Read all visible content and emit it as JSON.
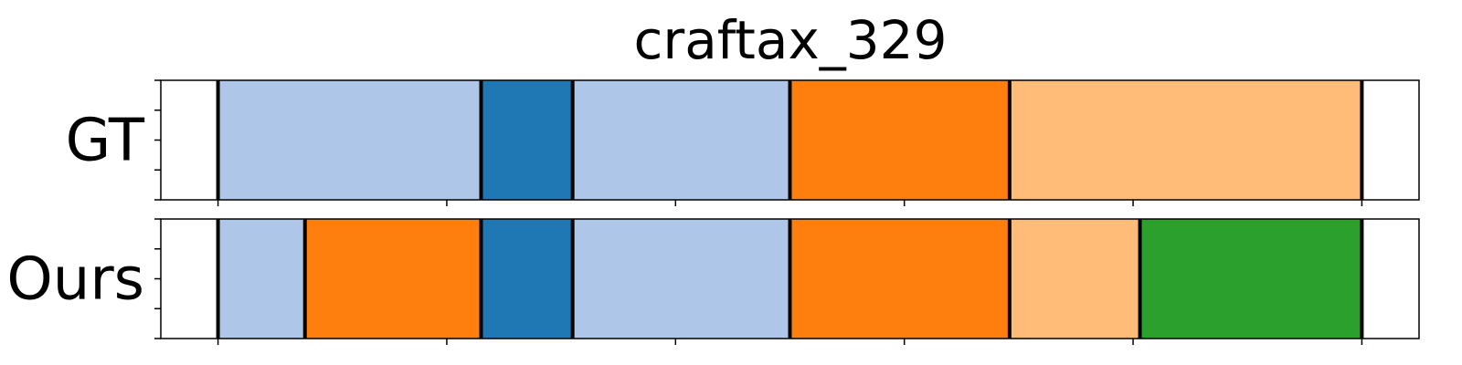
{
  "chart_data": {
    "type": "segmentation",
    "title": "craftax_329",
    "x_range": [
      0,
      55
    ],
    "rows": [
      {
        "label": "GT",
        "segments": [
          {
            "start": 2.5,
            "end": 14,
            "color": "#aec7e8"
          },
          {
            "start": 14,
            "end": 18,
            "color": "#1f77b4"
          },
          {
            "start": 18,
            "end": 27.5,
            "color": "#aec7e8"
          },
          {
            "start": 27.5,
            "end": 37.1,
            "color": "#ff7f0e"
          },
          {
            "start": 37.1,
            "end": 52.5,
            "color": "#ffbb78"
          }
        ]
      },
      {
        "label": "Ours",
        "segments": [
          {
            "start": 2.5,
            "end": 6.3,
            "color": "#aec7e8"
          },
          {
            "start": 6.3,
            "end": 14,
            "color": "#ff7f0e"
          },
          {
            "start": 14,
            "end": 18,
            "color": "#1f77b4"
          },
          {
            "start": 18,
            "end": 27.5,
            "color": "#aec7e8"
          },
          {
            "start": 27.5,
            "end": 37.1,
            "color": "#ff7f0e"
          },
          {
            "start": 37.1,
            "end": 42.8,
            "color": "#ffbb78"
          },
          {
            "start": 42.8,
            "end": 52.5,
            "color": "#2ca02c"
          }
        ]
      }
    ],
    "x_ticks": [
      2.5,
      12.5,
      22.5,
      32.5,
      42.5,
      52.5
    ],
    "y_ticks_per_row": 5,
    "boundary_color": "#000000"
  }
}
